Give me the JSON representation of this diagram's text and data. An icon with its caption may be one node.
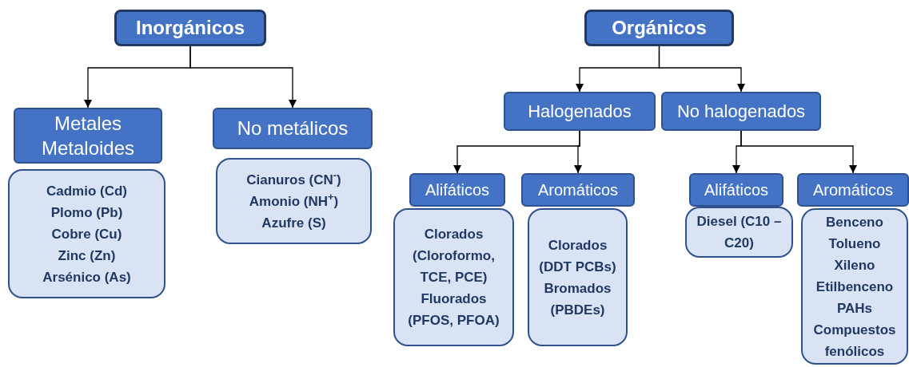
{
  "diagram": {
    "nodes": [
      {
        "text": [
          "Inorgánicos"
        ]
      },
      {
        "text": [
          "Metales Metaloides"
        ]
      },
      {
        "text": [
          "Cadmio (Cd)",
          "Plomo (Pb)",
          "Cobre (Cu)",
          "Zinc (Zn)",
          "Arsénico (As)"
        ]
      },
      {
        "text": [
          "No metálicos"
        ]
      },
      {
        "text": [
          "Cianuros (CN$^{-}$)",
          "Amonio (NH$^{+}$)",
          "Azufre (S)"
        ]
      },
      {
        "text": [
          "Orgánicos"
        ]
      },
      {
        "text": [
          "Halogenados"
        ]
      },
      {
        "text": [
          "No halogenados"
        ]
      },
      {
        "text": [
          "Alifáticos"
        ]
      },
      {
        "text": [
          "Clorados (Cloroformo, TCE, PCE)",
          "Fluorados (PFOS, PFOA)"
        ]
      },
      {
        "text": [
          "Aromáticos"
        ]
      },
      {
        "text": [
          "Clorados (DDT PCBs)",
          "Bromados (PBDEs)"
        ]
      },
      {
        "text": [
          "Alifáticos"
        ]
      },
      {
        "text": [
          "Diesel (C10 – C20)"
        ]
      },
      {
        "text": [
          "Aromáticos"
        ]
      },
      {
        "text": [
          "Benceno",
          "Tolueno",
          "Xileno",
          "Etilbenceno",
          "PAHs",
          "Compuestos fenólicos"
        ]
      }
    ],
    "edges": [
      {
        "from": 0,
        "to": 1,
        "arrow": "to"
      },
      {
        "from": 0,
        "to": 3,
        "arrow": "to"
      },
      {
        "from": 5,
        "to": 6,
        "arrow": "to"
      },
      {
        "from": 5,
        "to": 7,
        "arrow": "to"
      },
      {
        "from": 6,
        "to": 8,
        "arrow": "to"
      },
      {
        "from": 6,
        "to": 10,
        "arrow": "to"
      },
      {
        "from": 7,
        "to": 12,
        "arrow": "to"
      },
      {
        "from": 7,
        "to": 14,
        "arrow": "to"
      }
    ]
  }
}
